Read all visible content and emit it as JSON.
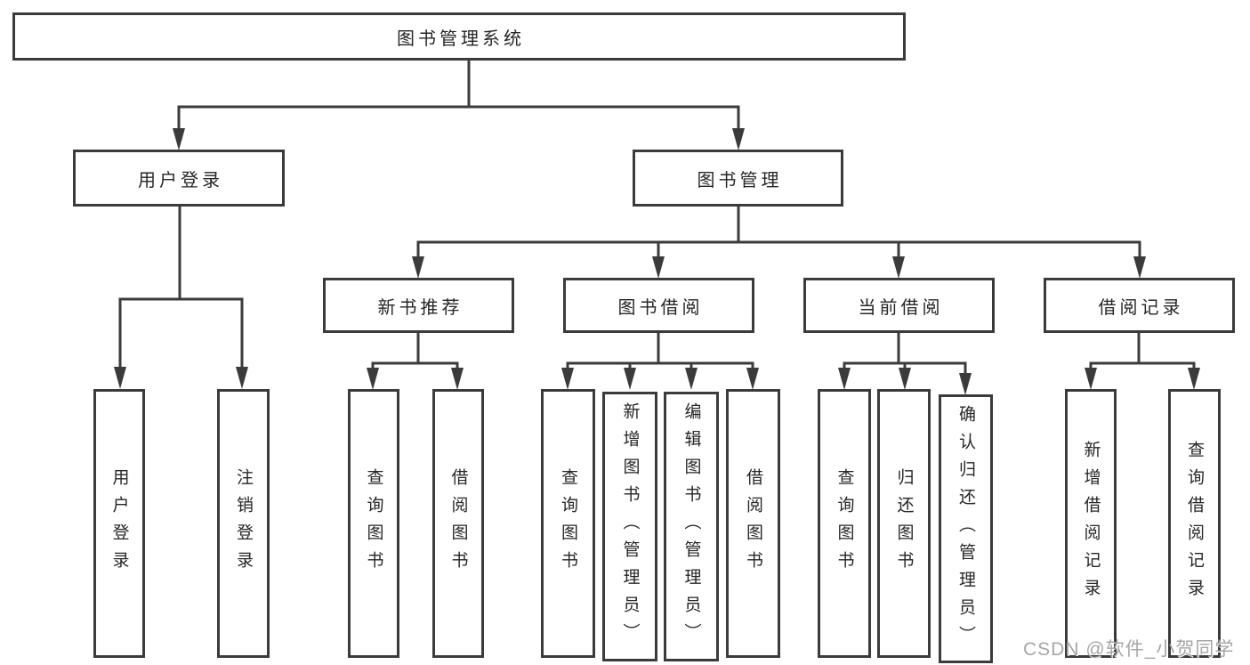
{
  "diagram_title": "图书管理系统",
  "tree": {
    "label": "图书管理系统",
    "children": [
      {
        "label": "用户登录",
        "children": [
          {
            "label": "用户登录"
          },
          {
            "label": "注销登录"
          }
        ]
      },
      {
        "label": "图书管理",
        "children": [
          {
            "label": "新书推荐",
            "children": [
              {
                "label": "查询图书"
              },
              {
                "label": "借阅图书"
              }
            ]
          },
          {
            "label": "图书借阅",
            "children": [
              {
                "label": "查询图书"
              },
              {
                "label": "新增图书（管理员）"
              },
              {
                "label": "编辑图书（管理员）"
              },
              {
                "label": "借阅图书"
              }
            ]
          },
          {
            "label": "当前借阅",
            "children": [
              {
                "label": "查询图书"
              },
              {
                "label": "归还图书"
              },
              {
                "label": "确认归还（管理员）"
              }
            ]
          },
          {
            "label": "借阅记录",
            "children": [
              {
                "label": "新增借阅记录"
              },
              {
                "label": "查询借阅记录"
              }
            ]
          }
        ]
      }
    ]
  },
  "watermark": "CSDN @软件_小贺同学",
  "colors": {
    "line": "#3b3b3b",
    "box_border": "#3b3b3b",
    "text": "#262626",
    "watermark": "#a6a6a6",
    "background": "#ffffff"
  }
}
